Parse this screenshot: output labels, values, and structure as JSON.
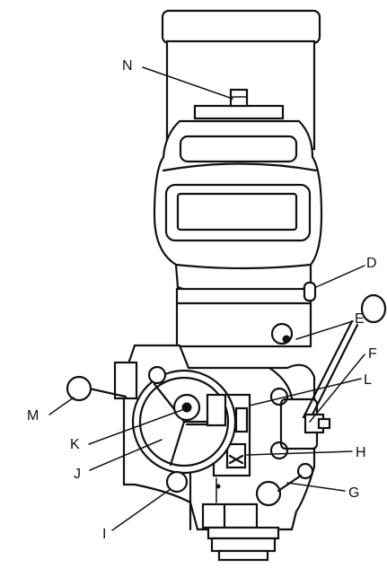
{
  "callouts": [
    {
      "id": "N",
      "text": "N"
    },
    {
      "id": "D",
      "text": "D"
    },
    {
      "id": "E",
      "text": "E"
    },
    {
      "id": "F",
      "text": "F"
    },
    {
      "id": "L",
      "text": "L"
    },
    {
      "id": "H",
      "text": "H"
    },
    {
      "id": "G",
      "text": "G"
    },
    {
      "id": "M",
      "text": "M"
    },
    {
      "id": "K",
      "text": "K"
    },
    {
      "id": "J",
      "text": "J"
    },
    {
      "id": "I",
      "text": "I"
    }
  ]
}
